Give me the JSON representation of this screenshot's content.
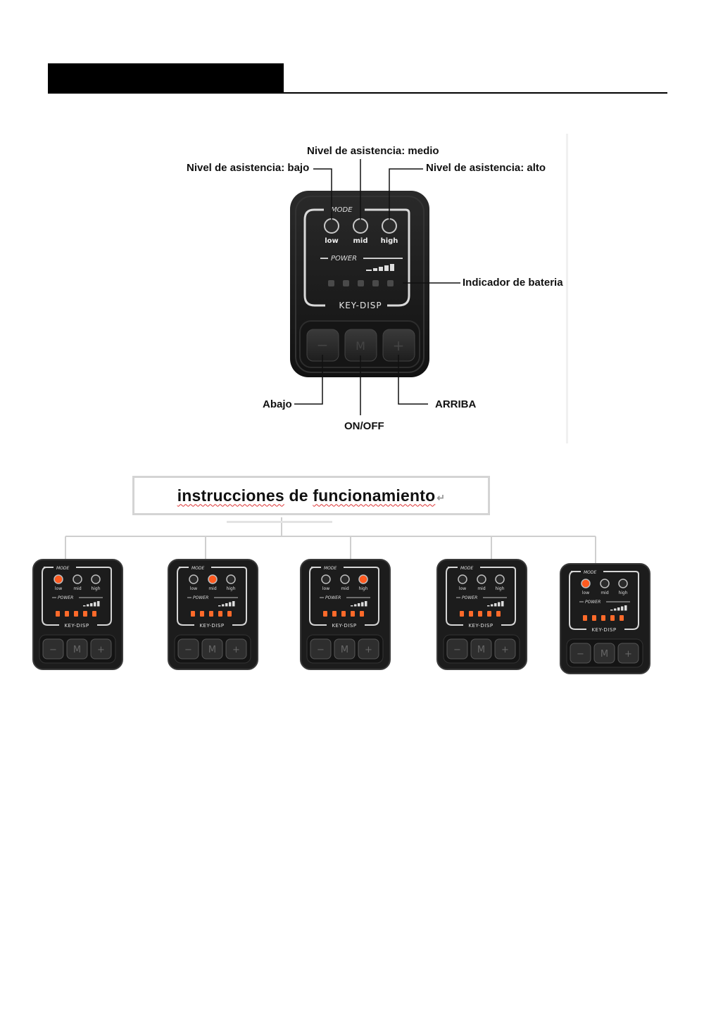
{
  "callouts": {
    "medio": "Nivel de asistencia: medio",
    "bajo": "Nivel de asistencia: bajo",
    "alto": "Nivel de asistencia: alto",
    "bateria": "Indicador de bateria",
    "abajo": "Abajo",
    "onoff": "ON/OFF",
    "arriba": "ARRIBA"
  },
  "device": {
    "mode_label": "MODE",
    "power_label": "POWER",
    "brand": "KEY-DISP",
    "leds": [
      "low",
      "mid",
      "high"
    ],
    "buttons": [
      "−",
      "M",
      "+"
    ],
    "battery_segments": 5
  },
  "section": {
    "title_words": [
      "instrucciones",
      "de",
      "funcionamiento"
    ],
    "title_end_mark": "↵"
  },
  "examples": [
    {
      "active_mode": "low",
      "battery_lit": 5
    },
    {
      "active_mode": "mid",
      "battery_lit": 5
    },
    {
      "active_mode": "high",
      "battery_lit": 5
    },
    {
      "active_mode": "none",
      "battery_lit": 5
    },
    {
      "active_mode": "low",
      "battery_lit": 5
    }
  ],
  "colors": {
    "led_active": "#ff5a1f",
    "battery_led": "#ff6a2a",
    "device_body": "#1b1b1b"
  }
}
